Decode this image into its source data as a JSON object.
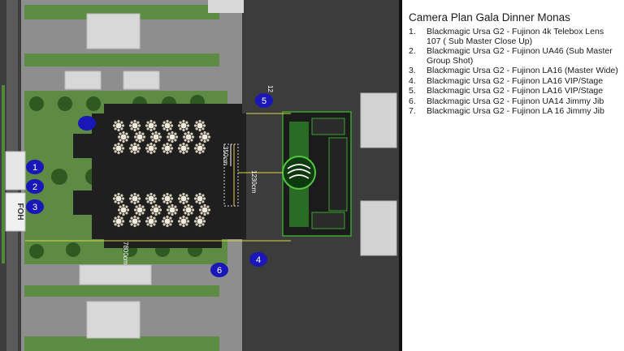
{
  "legend": {
    "title": "Camera Plan Gala Dinner Monas",
    "items": [
      {
        "num": "1.",
        "text": "Blackmagic Ursa G2 - Fujinon 4k Telebox Lens 107 ( Sub Master Close Up)"
      },
      {
        "num": "2.",
        "text": "Blackmagic Ursa G2 - Fujinon UA46 (Sub Master Group Shot)"
      },
      {
        "num": "3.",
        "text": "Blackmagic Ursa G2 - Fujinon LA16 (Master Wide)"
      },
      {
        "num": "4.",
        "text": "Blackmagic Ursa G2 - Fujinon LA16 VIP/Stage"
      },
      {
        "num": "5.",
        "text": "Blackmagic Ursa G2 - Fujinon LA16 VIP/Stage"
      },
      {
        "num": "6.",
        "text": "Blackmagic Ursa G2 - Fujinon UA14 Jimmy Jib"
      },
      {
        "num": "7.",
        "text": "Blackmagic Ursa G2 - Fujinon LA 16 Jimmy Jib"
      }
    ]
  },
  "plan": {
    "foh_label": "FOH",
    "dim_350": "350cm",
    "dim_1230": "1230cm",
    "dim_7800": "7800cm",
    "dim_top_partial": "12",
    "markers": {
      "m1": "1",
      "m2": "2",
      "m3": "3",
      "m4": "4",
      "m5": "5",
      "m6": "6"
    },
    "colors": {
      "marker": "#1a17b8",
      "stage_green": "#3aa52f",
      "lawn": "#5c8a45",
      "road": "#3a3a3a"
    }
  }
}
